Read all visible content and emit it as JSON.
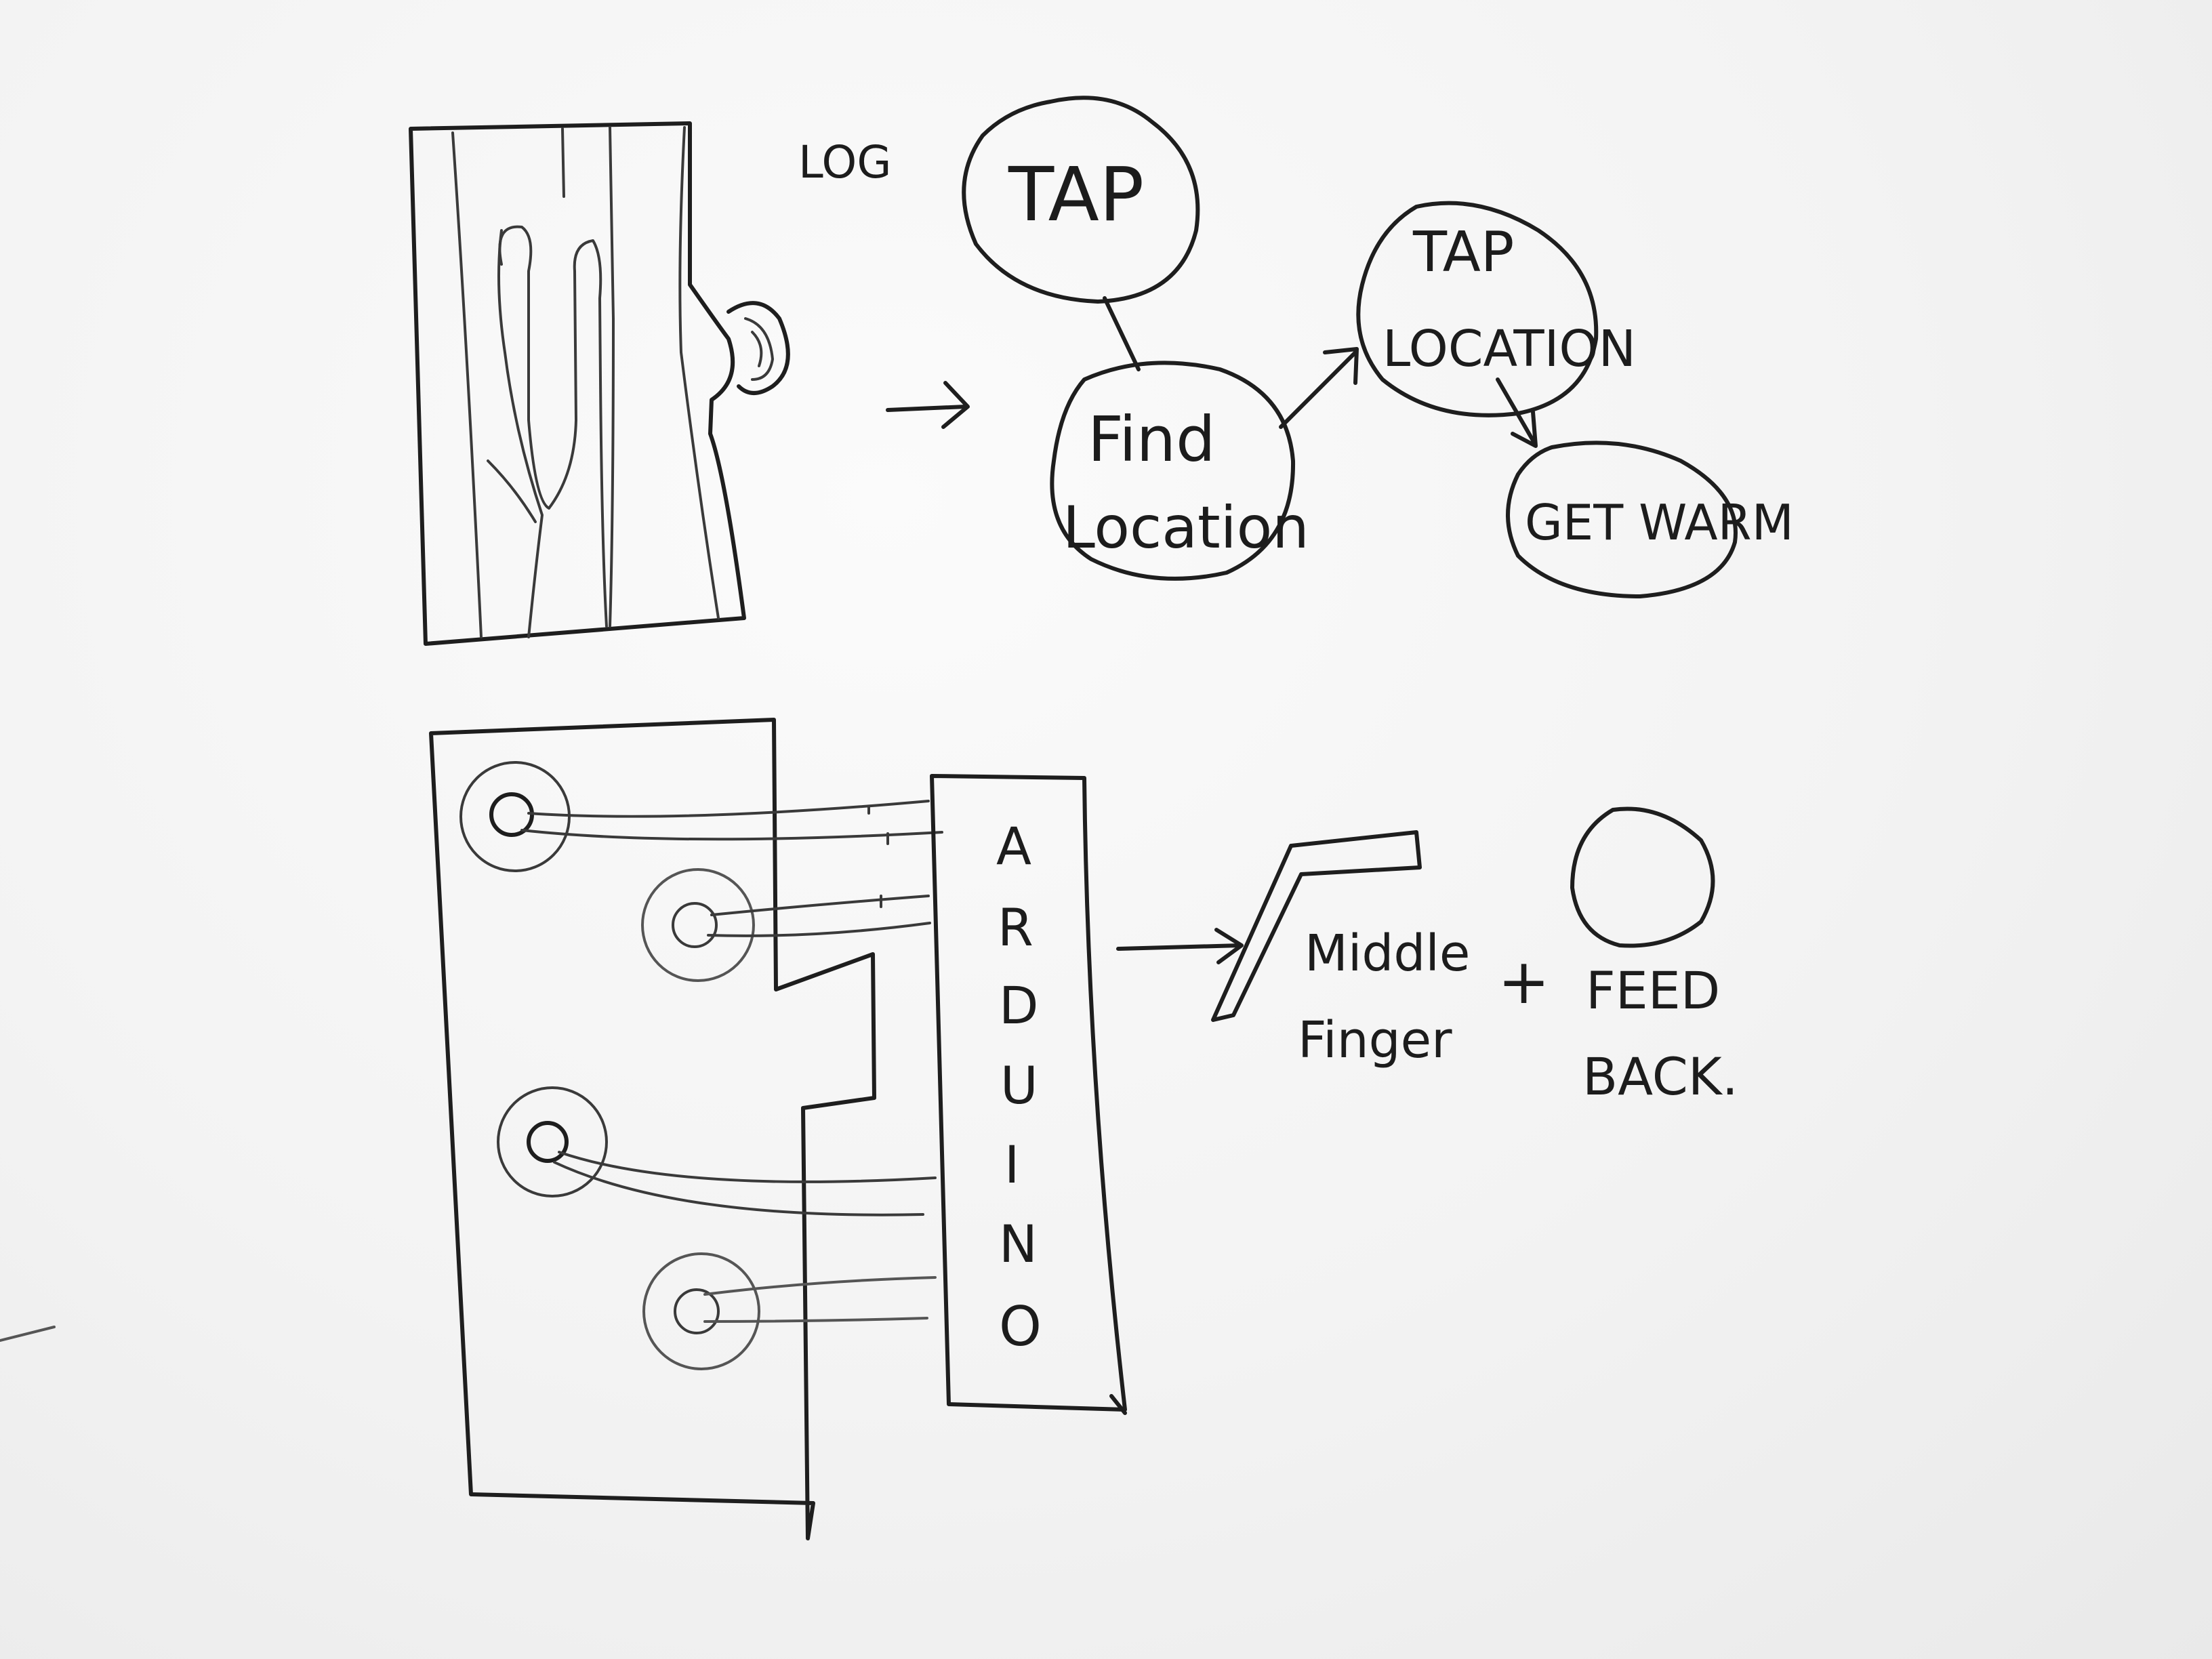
{
  "labels": {
    "log": "LOG",
    "tap": "TAP",
    "find_location_line1": "Find",
    "find_location_line2": "Location",
    "tap_location_line1": "TAP",
    "tap_location_line2": "LOCATION",
    "get_warm": "GET WARM",
    "arduino_letters": [
      "A",
      "R",
      "D",
      "U",
      "I",
      "N",
      "O"
    ],
    "middle_finger_line1": "Middle",
    "middle_finger_line2": "Finger",
    "plus": "+",
    "feedback_line1": "FEED",
    "feedback_line2": "BACK."
  }
}
